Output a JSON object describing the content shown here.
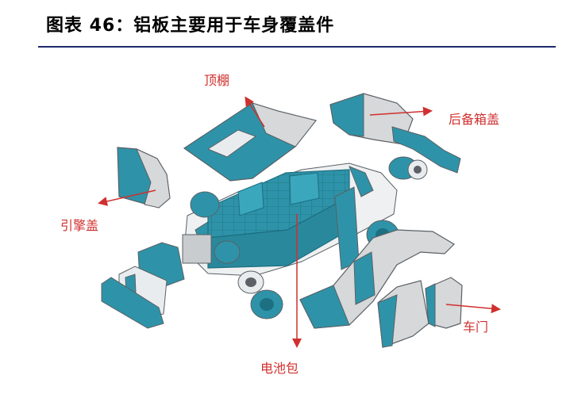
{
  "figure": {
    "title": "图表 46：铝板主要用于车身覆盖件"
  },
  "callouts": {
    "roof": "顶棚",
    "trunk_lid": "后备箱盖",
    "hood": "引擎盖",
    "battery_pack": "电池包",
    "door": "车门"
  },
  "colors": {
    "teal": "#2e93a8",
    "gray": "#d6d8d9",
    "outline": "#5b6166",
    "arrow": "#d0302f",
    "rule": "#1f2a6b"
  }
}
